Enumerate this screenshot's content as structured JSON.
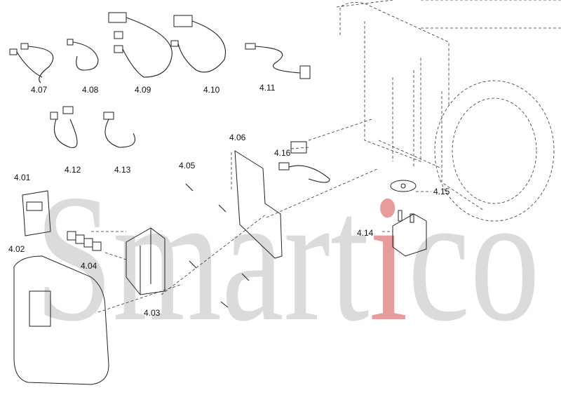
{
  "watermark": {
    "text_before": "Smart",
    "text_highlight": "i",
    "text_after": "co",
    "color": "#d0d0d0",
    "highlight_color": "#e07a7a"
  },
  "labels": {
    "p401": "4.01",
    "p402": "4.02",
    "p403": "4.03",
    "p404": "4.04",
    "p405": "4.05",
    "p406": "4.06",
    "p407": "4.07",
    "p408": "4.08",
    "p409": "4.09",
    "p410": "4.10",
    "p411": "4.11",
    "p412": "4.12",
    "p413": "4.13",
    "p414": "4.14",
    "p415": "4.15",
    "p416": "4.16"
  }
}
